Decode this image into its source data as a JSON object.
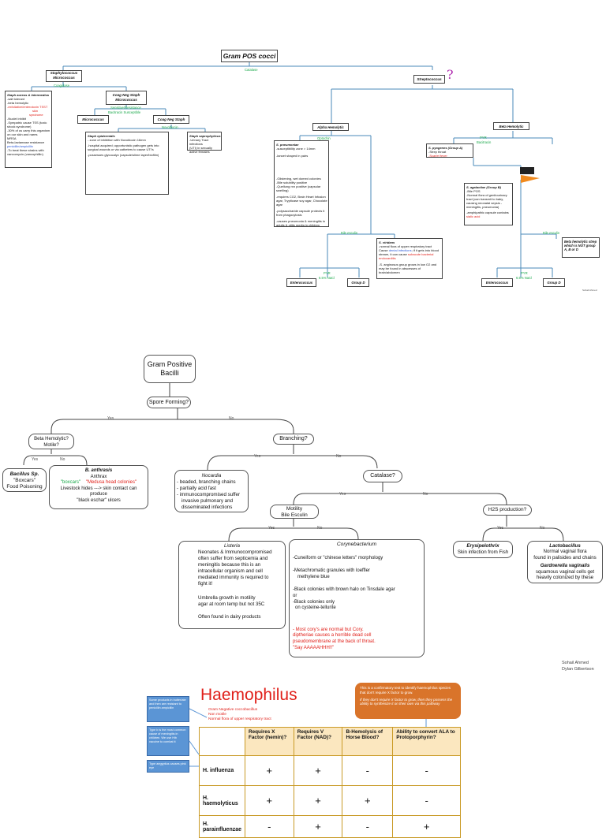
{
  "cocci": {
    "title": "Gram POS cocci",
    "catalase": "Catalase",
    "staph": {
      "line1": "Staphylococcus",
      "line2": "Micrococcus"
    },
    "strep": "Streptococcus",
    "coagulase": "Coagulase",
    "aureus": {
      "title": "Staph aureus & Intermedius",
      "l1": "-salt tolerant",
      "l2": "-beta hemolytic",
      "red": "-exfoliative/enterotoxin TSST",
      "red2": "skin",
      "red3": "syndrome",
      "l3": "-Nuclei inhibit",
      "l4": "-Sympatric cause TSS (toxic shock syndrome)",
      "l5": "-30% of us carry this organism on our skin and nares",
      "l6": "MRSA",
      "l7": "Beta-lactamase resistance",
      "blue": "penicillin/ampicillin",
      "l8": "-To treat these strains with vancomycin (vancophillin)"
    },
    "coagneg": {
      "line1": "Coag Neg Staph",
      "line2": "Micrococcus"
    },
    "bacitracin_text": "Sensitive/Resistance",
    "bacitracin_text2": "Bacitracin Susceptible",
    "micrococcus": "Micrococcus",
    "coagneg2": "Coag Neg Staph",
    "novobiocin": "Novobiocin",
    "epi": {
      "title": "Staph epidermidis",
      "l1": "- zone of inhibition with Novobiocin 16mm",
      "l2": "-hospital acquired; opportunistic pathogen gets into surgical wounds or via catheters to cause UTI's",
      "l3": "-possesses glycocalyx (capsule/slime layer/biofilm)"
    },
    "sapro": {
      "title": "Staph saprophyticus",
      "l1": "-Urinary Tract infections",
      "l2": "(UTI) in sexually active females"
    },
    "alpha": "Alpha Hemolytic",
    "beta": "Beta Hemolytic",
    "optochin": "Optochin",
    "pyr": "PYR",
    "bacitracin": "Bacitracin",
    "pneumo": {
      "title": "S. pneumoniae",
      "l1": "-susceptibility zone > 14mm",
      "l2": "-lancet shaped in pairs",
      "l3": "-Glistening, wet domed colonies",
      "l4": "-Bile solubility positive",
      "l5": "-Quellung rxn positive (capsular swelling)",
      "l6": "-requires CO2, Brain Heart Infusion agar, Trypticase soy agar, Chocolate agar",
      "l7": "-polysaccharide capsule protects it from phagocytosis",
      "l8": "-causes pneumonia & meningitis in adults & otitis media in children"
    },
    "pyogenes": {
      "title": "S. pyogenes (Group A)",
      "l1": "-Strep throat",
      "red": "-Scarlet fever"
    },
    "camp": "CAMP",
    "agalactiae": {
      "title": "S. agalactiae (Group B)",
      "l1": "-Bile POS",
      "l2": "-Normal flora of genitourinary tract (can transmit to baby, causing neonatal sepsis - meningitis, pneumonia)",
      "l3": "-amphipathic capsule contains",
      "red": "sialic acid"
    },
    "bile_esculin": "Bile esculin",
    "viridans": {
      "title": "S. viridans",
      "l1": "-normal flora of upper respiratory tract",
      "l2": "Cause",
      "blue": "dental infections",
      "l3": "; if it gets into blood stream, it can cause",
      "red": "subacute bacterial endocarditis",
      "l4": "-S. anginosus group grows in low O2 and may be found in abscesses of brain/abdomen"
    },
    "pyr2": "PYR",
    "nacl": "6.5% NaCl",
    "enterococcus": "Enterococcus",
    "groupD": "Group D",
    "betastrep": "Beta hemolytic strep which is NOT group A, B or D",
    "enterococcus2": "Enterococcus",
    "groupD2": "Group D",
    "pyr3": "PYR",
    "nacl2": "6.5% NaCl",
    "signature": "Sohail Ahmed"
  },
  "bacilli": {
    "title_line1": "Gram Positive",
    "title_line2": "Bacilli",
    "spore": "Spore Forming?",
    "yes1": "Yes",
    "no1": "No",
    "beta_q_line1": "Beta Hemolytic?",
    "beta_q_line2": "Motile?",
    "yes2": "Yes",
    "no2": "No",
    "branching": "Branching?",
    "yes3": "Yes",
    "no3": "No",
    "bacillus": {
      "title": "Bacillus Sp.",
      "l1": "\"Boxcars\"",
      "l2": "Food Poisoning"
    },
    "anthrasis": {
      "title": "B. anthrasis",
      "l1": "Anthrax",
      "green": "\"boxcars\"",
      "red": "\"Medusa head colonies\"",
      "l2": "Livestock hides ---> skin contact can",
      "l3": "produce",
      "l4": "\"black eschar\" ulcers"
    },
    "nocardia": {
      "title": "Nocardia",
      "l1": "- beaded, branching chains",
      "l2": "- partially acid fast",
      "l3": "- immunocompromised suffer",
      "l4": "invasive pulmonary and",
      "l5": "disseminated infections"
    },
    "catalase": "Catalase?",
    "yes4": "Yes",
    "no4": "No",
    "motility_line1": "Motility",
    "motility_line2": "Bile Esculin",
    "h2s": "H2S production?",
    "yes5": "Yes",
    "no5": "No",
    "yes6": "Yes",
    "no6": "No",
    "listeria": {
      "title": "Listeria",
      "l1": "Neonates & Immunocompromised",
      "l2": "often suffer from septicemia and",
      "l3": "meningitis because this is an",
      "l4": "intracellular organism and cell",
      "l5": "mediated immunity is required to",
      "l6": "fight it!",
      "l7": "Umbrella growth in motility",
      "l8": "agar at room temp but not 35C",
      "l9": "Often found in dairy products"
    },
    "coryne": {
      "title": "Corynebacterium",
      "l1": "-Cuneiform or \"chinese letters\" morphology",
      "l2": "-Metachromatic granules with loeffler",
      "l3": "methylene blue",
      "l4": "-Black colonies with brown halo on Tinsdale agar",
      "l5": "or",
      "l6": "-Black colonies only",
      "l7": "on cysteine-tellurite",
      "red1": "- Most cory's are normal but Cory.",
      "red2": "diptheriae causes a horrible dead cell",
      "red3": "pseudomembrane at the back of throat.",
      "red4": "\"Say AAAAAHHH!!\""
    },
    "erysip": {
      "title": "Erysipelothrix",
      "l1": "Skin infection from Fish"
    },
    "lacto": {
      "title": "Lactobacillus",
      "l1": "Normal vaginal flora",
      "l2": "found in palisides and chains",
      "title2": "Gardnerella vaginalis",
      "l3": "squamous vaginal cells get",
      "l4": "heavily colonized by these"
    },
    "author1": "Sohail Ahmed",
    "author2": "Dylan Gilbertson"
  },
  "haemophilus": {
    "title": "Haemophilus",
    "bullet1": "Gram Negative coccobacillus",
    "bullet2": "Non motile",
    "bullet3": "Normal flora of upper respiratory tract",
    "note1": "Some products in butter/ate and then are resistant to penicillin ampicillin",
    "note2": "Type b is the most common cause of meningitis in children. We use Hib vaccine to combat it",
    "note3": "Type aegyptius causes pink eye",
    "callout1": "This is a confirmatory test to identify haemophilus species that don't require X factor to grow.",
    "callout2": "If they don't require X factor to grow, then they possess the ability to synthesize it on their own via this pathway",
    "headers": [
      "",
      "Requires X Factor (hemin)?",
      "Requires V Factor (NAD)?",
      "B-Hemolysis of Horse Blood?",
      "Ability to convert ALA to Protoporphyrin?"
    ],
    "rows": [
      {
        "org": "H. influenza",
        "vals": [
          "+",
          "+",
          "-",
          "-"
        ]
      },
      {
        "org": "H. haemolyticus",
        "vals": [
          "+",
          "+",
          "+",
          "-"
        ]
      },
      {
        "org": "H. parainfluenzae",
        "vals": [
          "-",
          "+",
          "-",
          "+"
        ]
      }
    ]
  }
}
